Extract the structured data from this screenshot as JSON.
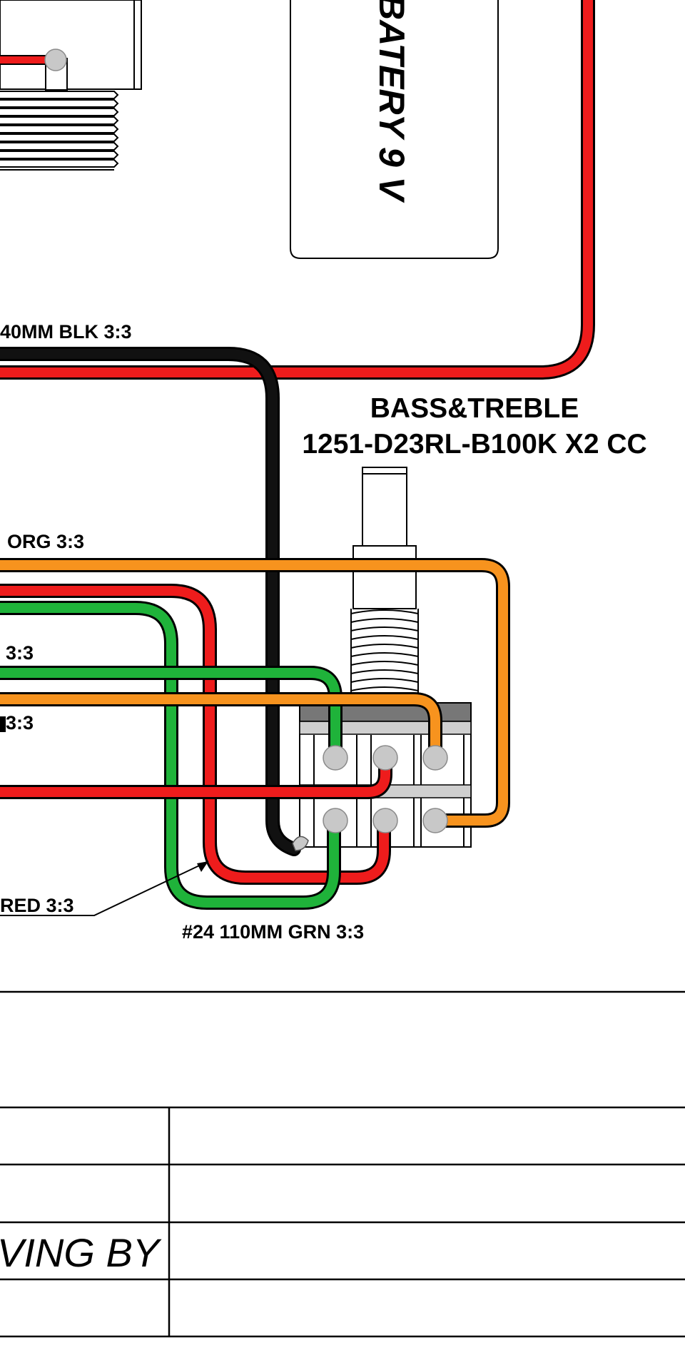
{
  "diagram": {
    "battery": {
      "label": "BATERY 9 V"
    },
    "pot": {
      "title_line1": "BASS&TREBLE",
      "title_line2": "1251-D23RL-B100K X2 CC"
    },
    "wire_labels": {
      "blk": "40MM BLK 3:3",
      "org": "ORG 3:3",
      "grn_partial": "3:3",
      "org_partial": "3:3",
      "red": "RED 3:3",
      "grn": "#24 110MM GRN 3:3"
    },
    "colors": {
      "red": "#ee1c1c",
      "black": "#111111",
      "orange": "#f7931e",
      "green": "#1fb33a",
      "lug": "#c8c8c8",
      "pot_body": "#777777"
    }
  },
  "title_block": {
    "drawing_by": "VING BY",
    "rows": [
      "",
      "",
      "",
      ""
    ]
  }
}
